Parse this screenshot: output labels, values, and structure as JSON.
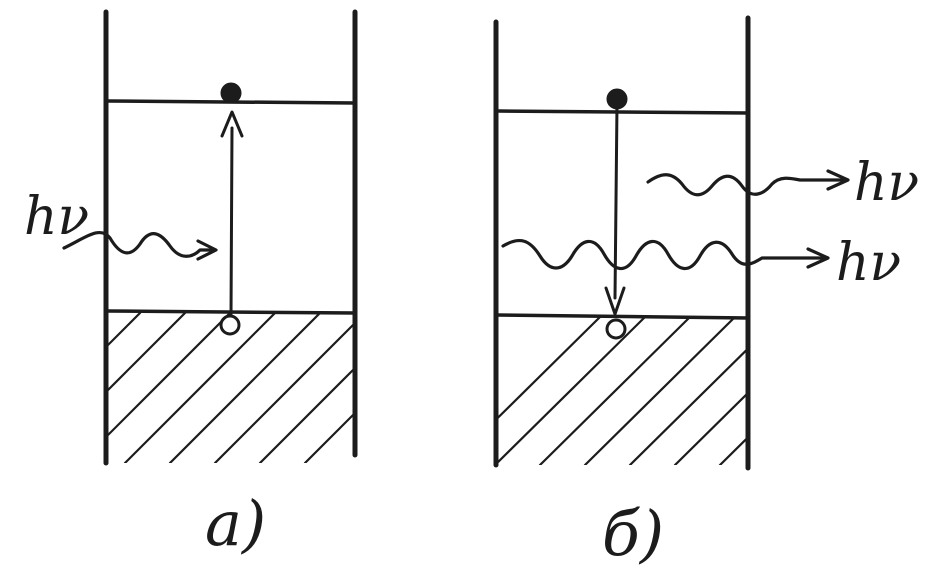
{
  "colors": {
    "ink": "#1c1c1c",
    "background": "#ffffff"
  },
  "panels": [
    {
      "id": "a",
      "label": "a)",
      "process": "absorption",
      "photons": [
        {
          "label": "hν",
          "direction": "incoming"
        }
      ],
      "transition": "upward",
      "electron_start": "lower-level",
      "electron_end": "upper-level"
    },
    {
      "id": "b",
      "label": "б)",
      "process": "stimulated-emission",
      "photons": [
        {
          "label": "hν",
          "direction": "outgoing"
        },
        {
          "label": "hν",
          "direction": "outgoing"
        }
      ],
      "transition": "downward",
      "electron_start": "upper-level",
      "electron_end": "lower-level"
    }
  ]
}
